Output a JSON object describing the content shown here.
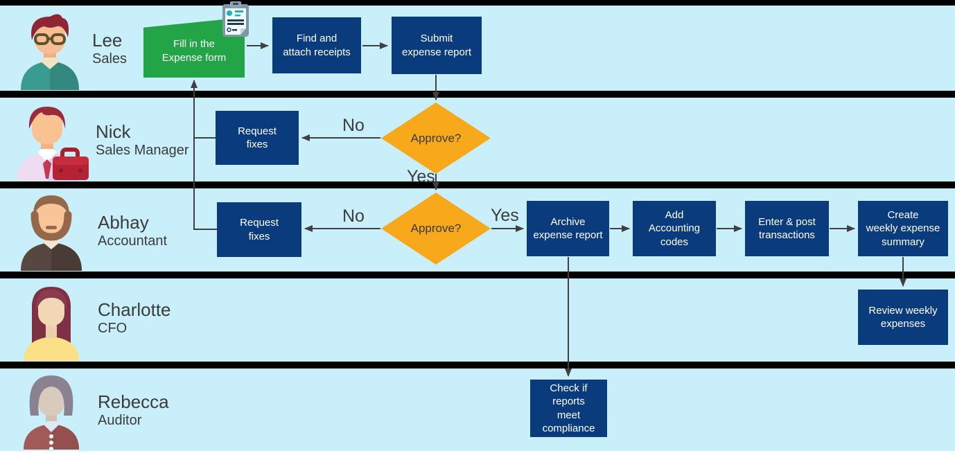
{
  "colors": {
    "lane-bg": "#c9effb",
    "bar": "#000000",
    "node-navy": "#0a3c7d",
    "node-green": "#22a447",
    "decision-amber": "#f8a81b",
    "arrow": "#404040",
    "node-text": "#ffffff",
    "label-text": "#3d3d3d"
  },
  "lanes": [
    {
      "name": "Lee",
      "role": "Sales"
    },
    {
      "name": "Nick",
      "role": "Sales Manager"
    },
    {
      "name": "Abhay",
      "role": "Accountant"
    },
    {
      "name": "Charlotte",
      "role": "CFO"
    },
    {
      "name": "Rebecca",
      "role": "Auditor"
    }
  ],
  "nodes": {
    "fill_form": "Fill in the\nExpense form",
    "find_receipts": "Find and\nattach receipts",
    "submit_report": "Submit\nexpense report",
    "request_fixes_manager": "Request\nfixes",
    "request_fixes_accountant": "Request\nfixes",
    "archive_report": "Archive\nexpense report",
    "add_codes": "Add\nAccounting\ncodes",
    "enter_post": "Enter & post\ntransactions",
    "create_summary": "Create\nweekly expense\nsummary",
    "review_weekly": "Review weekly\nexpenses",
    "check_compliance": "Check if\nreports\nmeet\ncompliance"
  },
  "decisions": {
    "manager_approve": "Approve?",
    "accountant_approve": "Approve?"
  },
  "edge_labels": {
    "manager_no": "No",
    "manager_yes": "Yes",
    "accountant_no": "No",
    "accountant_yes": "Yes"
  }
}
